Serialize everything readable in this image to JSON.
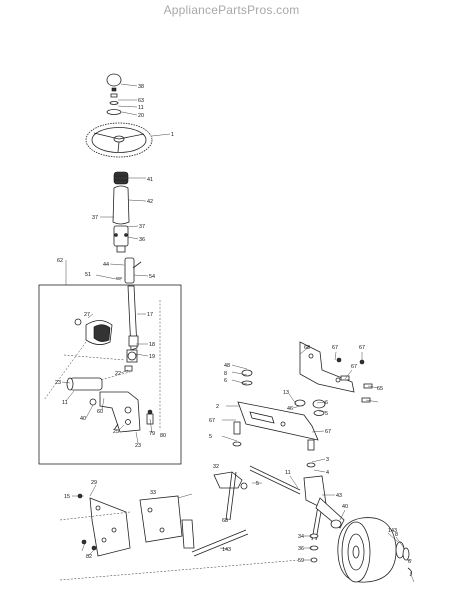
{
  "watermark": "AppliancePartsPros.com",
  "callouts": [
    "38",
    "63",
    "11",
    "20",
    "1",
    "41",
    "42",
    "37",
    "37",
    "36",
    "62",
    "44",
    "51",
    "54",
    "17",
    "27",
    "18",
    "19",
    "22",
    "23",
    "11",
    "40",
    "60",
    "25",
    "79",
    "80",
    "23",
    "48",
    "8",
    "6",
    "2",
    "67",
    "5",
    "68",
    "67",
    "67",
    "67",
    "65",
    "13",
    "46",
    "6",
    "5",
    "67",
    "3",
    "32",
    "11",
    "5",
    "4",
    "43",
    "40",
    "68",
    "29",
    "15",
    "82",
    "33",
    "34",
    "36",
    "59",
    "143",
    "143",
    "8",
    "6"
  ],
  "icons": [
    "steering-wheel-icon",
    "gear-icon",
    "wheel-icon"
  ]
}
